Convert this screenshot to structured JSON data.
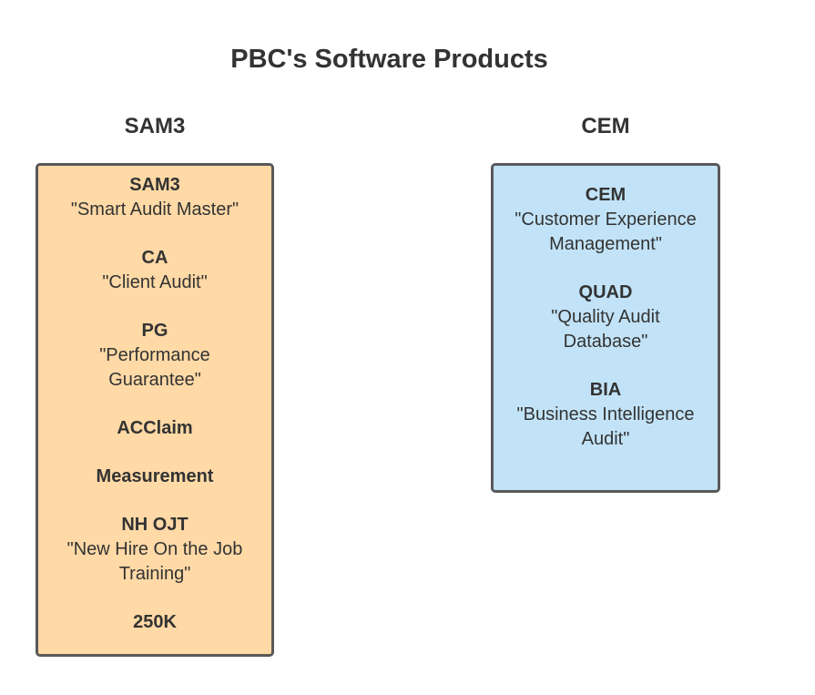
{
  "title": "PBC's Software Products",
  "columns": [
    {
      "heading": "SAM3",
      "color": "#ffd9a6",
      "products": [
        {
          "code": "SAM3",
          "desc": "\"Smart Audit Master\""
        },
        {
          "code": "CA",
          "desc": "\"Client Audit\""
        },
        {
          "code": "PG",
          "desc": "\"Performance Guarantee\""
        },
        {
          "code": "ACClaim",
          "desc": ""
        },
        {
          "code": "Measurement",
          "desc": ""
        },
        {
          "code": "NH OJT",
          "desc": "\"New Hire On the Job Training\""
        },
        {
          "code": "250K",
          "desc": ""
        }
      ]
    },
    {
      "heading": "CEM",
      "color": "#c2e3f7",
      "products": [
        {
          "code": "CEM",
          "desc": "\"Customer Experience Management\""
        },
        {
          "code": "QUAD",
          "desc": "\"Quality Audit Database\""
        },
        {
          "code": "BIA",
          "desc": "\"Business Intelligence Audit\""
        }
      ]
    }
  ]
}
